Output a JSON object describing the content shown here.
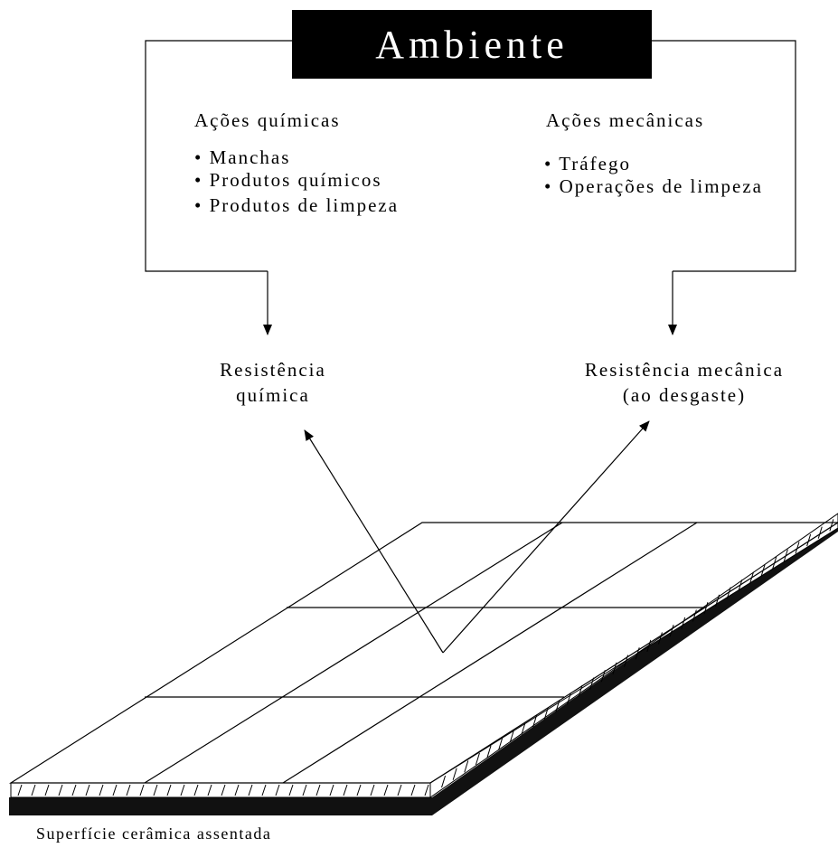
{
  "title": "Ambiente",
  "chemical": {
    "heading": "Ações químicas",
    "items": [
      "• Manchas",
      "• Produtos químicos",
      "• Produtos de limpeza"
    ],
    "result_line1": "Resistência",
    "result_line2": "química"
  },
  "mechanical": {
    "heading": "Ações mecânicas",
    "items": [
      "• Tráfego",
      "• Operações de limpeza"
    ],
    "result_line1": "Resistência mecânica",
    "result_line2": "(ao desgaste)"
  },
  "caption": "Superfície cerâmica assentada",
  "colors": {
    "title_bg": "#000000",
    "title_text": "#ffffff",
    "line": "#000000",
    "base": "#111111"
  }
}
